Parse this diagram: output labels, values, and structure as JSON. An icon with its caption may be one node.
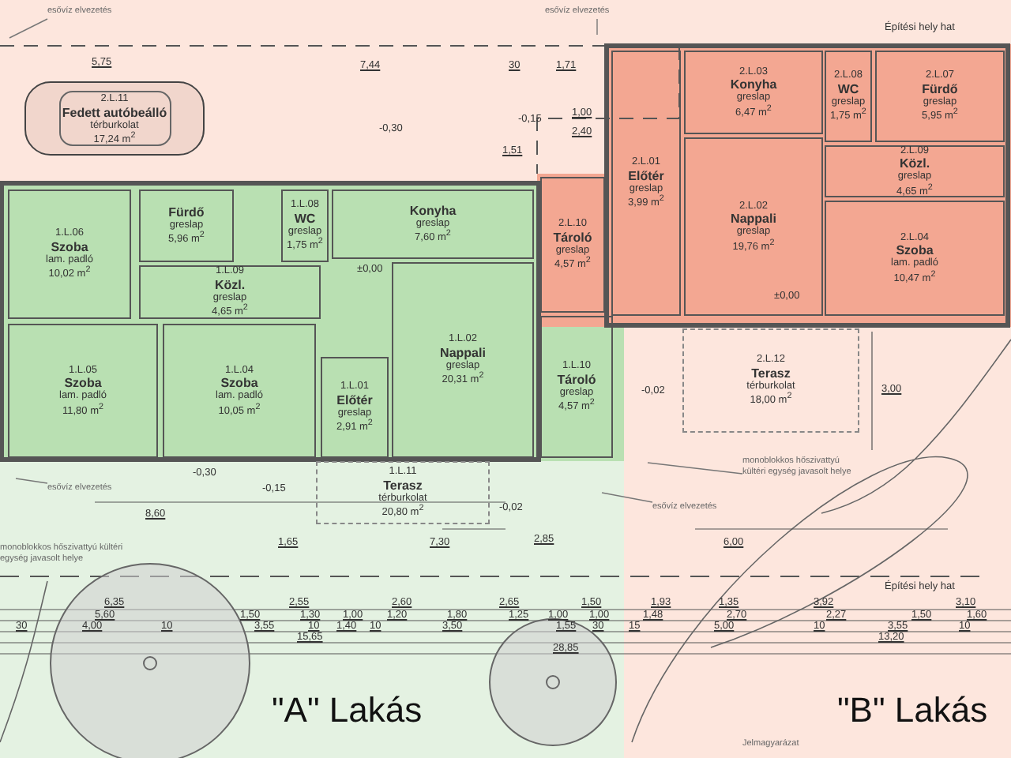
{
  "diagram": {
    "nodes": [
      {
        "text": [
          "2.L.11",
          "Fedett autóbeálló",
          "térburkolat",
          "17,24 m$^{2}$"
        ]
      },
      {
        "text": [
          "1.L.06",
          "Szoba",
          "lam. padló",
          "10,02 m$^{2}$"
        ]
      },
      {
        "text": [
          "Fürdő",
          "greslap",
          "5,96 m$^{2}$"
        ]
      },
      {
        "text": [
          "1.L.08",
          "WC",
          "greslap",
          "1,75 m$^{2}$"
        ]
      },
      {
        "text": [
          "Konyha",
          "greslap",
          "7,60 m$^{2}$"
        ]
      },
      {
        "text": [
          "1.L.09",
          "Közl.",
          "greslap",
          "4,65 m$^{2}$"
        ]
      },
      {
        "text": [
          "1.L.02",
          "Nappali",
          "greslap",
          "20,31 m$^{2}$"
        ]
      },
      {
        "text": [
          "1.L.05",
          "Szoba",
          "lam. padló",
          "11,80 m$^{2}$"
        ]
      },
      {
        "text": [
          "1.L.04",
          "Szoba",
          "lam. padló",
          "10,05 m$^{2}$"
        ]
      },
      {
        "text": [
          "1.L.01",
          "Előtér",
          "greslap",
          "2,91 m$^{2}$"
        ]
      },
      {
        "text": [
          "1.L.10",
          "Tároló",
          "greslap",
          "4,57 m$^{2}$"
        ]
      },
      {
        "text": [
          "1.L.11",
          "Terasz",
          "térburkolat",
          "20,80 m$^{2}$"
        ]
      },
      {
        "text": [
          "2.L.10",
          "Tároló",
          "greslap",
          "4,57 m$^{2}$"
        ]
      },
      {
        "text": [
          "2.L.01",
          "Előtér",
          "greslap",
          "3,99 m$^{2}$"
        ]
      },
      {
        "text": [
          "2.L.03",
          "Konyha",
          "greslap",
          "6,47 m$^{2}$"
        ]
      },
      {
        "text": [
          "2.L.08",
          "WC",
          "greslap",
          "1,75 m$^{2}$"
        ]
      },
      {
        "text": [
          "2.L.07",
          "Fürdő",
          "greslap",
          "5,95 m$^{2}$"
        ]
      },
      {
        "text": [
          "2.L.02",
          "Nappali",
          "greslap",
          "19,76 m$^{2}$"
        ]
      },
      {
        "text": [
          "2.L.09",
          "Közl.",
          "greslap",
          "4,65 m$^{2}$"
        ]
      },
      {
        "text": [
          "2.L.04",
          "Szoba",
          "lam. padló",
          "10,47 m$^{2}$"
        ]
      },
      {
        "text": [
          "2.L.12",
          "Terasz",
          "térburkolat",
          "18,00 m$^{2}$"
        ]
      },
      {
        "text": [
          "esővíz elvezetés"
        ]
      },
      {
        "text": [
          "esővíz elvezetés"
        ]
      },
      {
        "text": [
          "esővíz elvezetés"
        ]
      },
      {
        "text": [
          "esővíz elvezetés"
        ]
      },
      {
        "text": [
          "monoblokkos hőszivattyú kültéri egység javasolt helye"
        ]
      }
    ],
    "edges": [
      {
        "from": 21,
        "to": null,
        "arrow": "none"
      },
      {
        "from": 22,
        "to": null,
        "arrow": "none"
      },
      {
        "from": 23,
        "to": null,
        "arrow": "none"
      },
      {
        "from": 24,
        "to": null,
        "arrow": "none"
      },
      {
        "from": 25,
        "to": null,
        "arrow": "none"
      }
    ],
    "labels": [
      "Építési hely hat",
      "5,75",
      "7,44",
      "30",
      "1,71",
      "1,51",
      "-0,30",
      "-0,15",
      "1,00",
      "2,40",
      "±0,00",
      "±0,00",
      "-0,30",
      "-0,15",
      "-0,02",
      "-0,02",
      "8,60",
      "1,65",
      "7,30",
      "6,00",
      "3,00",
      "2,85",
      "monoblokkos hőszivattyú kültéri egység javasolt helye",
      "Építési hely hat",
      "6,35",
      "2,55",
      "2,60",
      "2,65",
      "1,50",
      "1,93",
      "1,35",
      "3,92",
      "3,10",
      "5,60",
      "1,50",
      "1,30",
      "1,00",
      "1,20",
      "1,80",
      "1,25",
      "1,00",
      "1,00",
      "1,48",
      "2,70",
      "2,27",
      "1,50",
      "1,60",
      "30",
      "4,00",
      "10",
      "3,55",
      "10",
      "1,40",
      "10",
      "3,50",
      "1,55",
      "30",
      "15",
      "5,00",
      "10",
      "3,55",
      "10",
      "15,65",
      "13,20",
      "28,85",
      "\"A\" Lakás",
      "\"B\" Lakás",
      "Jelmagyarázat"
    ]
  }
}
